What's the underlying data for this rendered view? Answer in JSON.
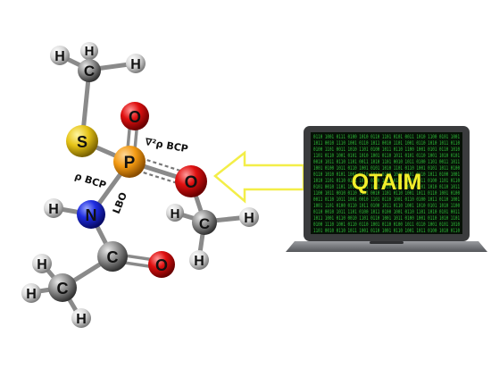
{
  "labels": {
    "annotation_nabla": "∇²ρ BCP",
    "annotation_rho": "ρ BCP",
    "annotation_lbo": "LBO",
    "screen_title": "QTAIM"
  },
  "atoms": {
    "h1": "H",
    "c1": "C",
    "h2": "H",
    "h3": "H",
    "s": "S",
    "p": "P",
    "o_double": "O",
    "o_ester": "O",
    "c2": "C",
    "h4": "H",
    "h5": "H",
    "h6": "H",
    "h7": "H",
    "n": "N",
    "c3": "C",
    "o_carbonyl": "O",
    "c4": "C",
    "h8": "H",
    "h9": "H",
    "h10": "H"
  },
  "screen_binary_lines": [
    "0110 1001 0111 0100 1010 0110 1101 0101 0011 1010 1100 0101 1001",
    "1011 0010 1110 1001 0110 1011 0010 1101 1001 0110 1010 1011 0110",
    "0100 1101 0011 1010 1101 0100 1011 0110 1100 1001 0101 0110 1010",
    "1101 0110 1001 0101 1010 1001 0110 1011 0101 0110 1001 1010 0101",
    "0010 1011 0110 1101 0011 1010 1101 0010 1011 0100 1101 0011 1011",
    "1001 0100 1011 0110 1001 0101 1010 1101 0110 1001 0101 1011 0100",
    "0110 1010 0101 1001 0110 1011 0100 1010 1101 0110 1011 0100 1001",
    "1010 1101 0110 0101 1011 0100 1011 0101 0010 1011 0100 1101 0110",
    "0101 0010 1101 1010 0101 1011 0010 1101 1010 0101 1010 0110 1011",
    "1100 1011 0010 0110 1101 0010 1101 0110 1001 1011 0110 1001 0100",
    "0011 0110 1011 1001 0010 1101 0110 1001 0110 0100 1011 0110 1001",
    "1001 1101 0100 0110 1011 0100 1011 0110 1001 1010 0101 1010 1100",
    "0110 0010 1011 1101 0100 1011 0100 1001 0110 1101 1010 0101 0011",
    "1011 1001 0110 0010 1101 0110 1001 1011 0100 1001 0110 1010 1101",
    "0100 1110 1001 0110 0110 1001 0110 0100 1011 0110 1001 0101 1010",
    "1101 0010 0110 1011 1001 0110 1001 0110 1001 1011 0100 1010 0110"
  ]
}
